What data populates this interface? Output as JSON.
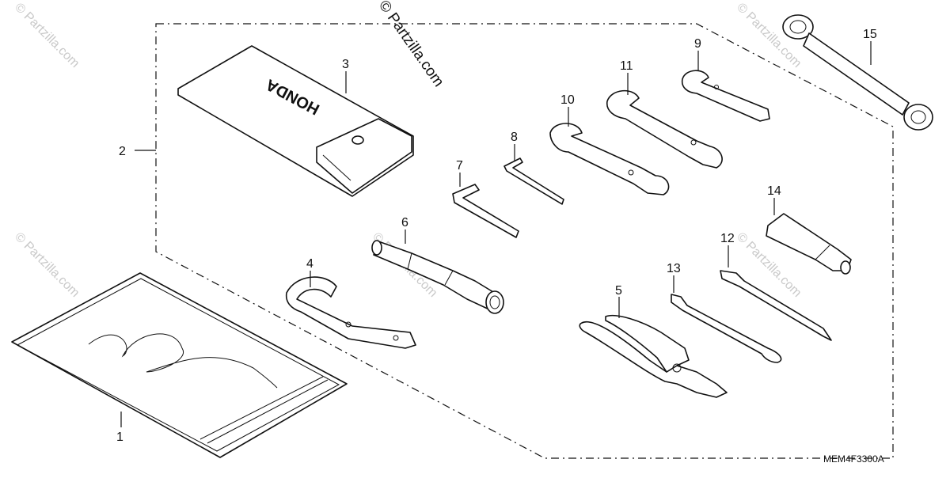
{
  "watermark": {
    "main": "© Partzilla.com",
    "faint": "© Partzilla.com"
  },
  "diagram_code": "MEM4F3300A",
  "callouts": {
    "p1": "1",
    "p2": "2",
    "p3": "3",
    "p4": "4",
    "p5": "5",
    "p6": "6",
    "p7": "7",
    "p8": "8",
    "p9": "9",
    "p10": "10",
    "p11": "11",
    "p12": "12",
    "p13": "13",
    "p14": "14",
    "p15": "15"
  },
  "bag_brand": "HONDA"
}
